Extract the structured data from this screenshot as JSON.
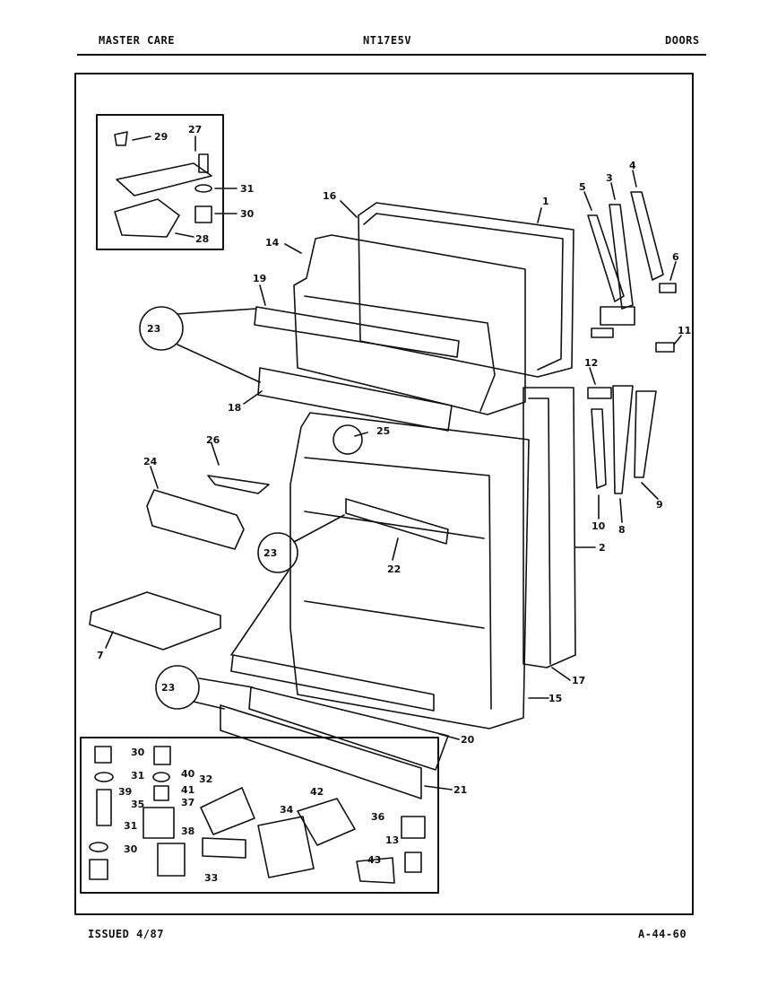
{
  "header": {
    "brand": "MASTER CARE",
    "model": "NT17E5V",
    "section": "DOORS"
  },
  "footer": {
    "issued": "ISSUED 4/87",
    "code": "A-44-60"
  },
  "callouts": [
    {
      "id": "c1",
      "label": "1"
    },
    {
      "id": "c2",
      "label": "2"
    },
    {
      "id": "c3",
      "label": "3"
    },
    {
      "id": "c4",
      "label": "4"
    },
    {
      "id": "c5",
      "label": "5"
    },
    {
      "id": "c6",
      "label": "6"
    },
    {
      "id": "c7",
      "label": "7"
    },
    {
      "id": "c8",
      "label": "8"
    },
    {
      "id": "c9",
      "label": "9"
    },
    {
      "id": "c10",
      "label": "10"
    },
    {
      "id": "c11",
      "label": "11"
    },
    {
      "id": "c12",
      "label": "12"
    },
    {
      "id": "c13",
      "label": "13"
    },
    {
      "id": "c14",
      "label": "14"
    },
    {
      "id": "c15",
      "label": "15"
    },
    {
      "id": "c16",
      "label": "16"
    },
    {
      "id": "c17",
      "label": "17"
    },
    {
      "id": "c18",
      "label": "18"
    },
    {
      "id": "c19",
      "label": "19"
    },
    {
      "id": "c20",
      "label": "20"
    },
    {
      "id": "c21",
      "label": "21"
    },
    {
      "id": "c22",
      "label": "22"
    },
    {
      "id": "c23a",
      "label": "23"
    },
    {
      "id": "c23b",
      "label": "23"
    },
    {
      "id": "c23c",
      "label": "23"
    },
    {
      "id": "c24",
      "label": "24"
    },
    {
      "id": "c25",
      "label": "25"
    },
    {
      "id": "c26",
      "label": "26"
    },
    {
      "id": "c27",
      "label": "27"
    },
    {
      "id": "c28",
      "label": "28"
    },
    {
      "id": "c29",
      "label": "29"
    },
    {
      "id": "c30a",
      "label": "30"
    },
    {
      "id": "c30b",
      "label": "30"
    },
    {
      "id": "c30c",
      "label": "30"
    },
    {
      "id": "c31a",
      "label": "31"
    },
    {
      "id": "c31b",
      "label": "31"
    },
    {
      "id": "c31c",
      "label": "31"
    },
    {
      "id": "c32",
      "label": "32"
    },
    {
      "id": "c33",
      "label": "33"
    },
    {
      "id": "c34",
      "label": "34"
    },
    {
      "id": "c35",
      "label": "35"
    },
    {
      "id": "c36",
      "label": "36"
    },
    {
      "id": "c37",
      "label": "37"
    },
    {
      "id": "c38",
      "label": "38"
    },
    {
      "id": "c39",
      "label": "39"
    },
    {
      "id": "c40",
      "label": "40"
    },
    {
      "id": "c41",
      "label": "41"
    },
    {
      "id": "c42",
      "label": "42"
    },
    {
      "id": "c43",
      "label": "43"
    }
  ]
}
